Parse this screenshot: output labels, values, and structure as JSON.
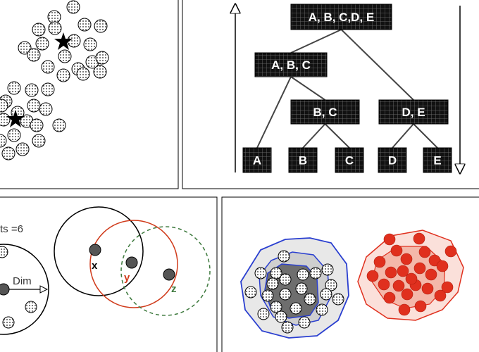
{
  "tree": {
    "nodes": [
      {
        "id": "abcde",
        "label": "A, B, C,D, E"
      },
      {
        "id": "abc",
        "label": "A, B, C"
      },
      {
        "id": "bc",
        "label": "B, C"
      },
      {
        "id": "de",
        "label": "D, E"
      },
      {
        "id": "a",
        "label": "A"
      },
      {
        "id": "b",
        "label": "B"
      },
      {
        "id": "c",
        "label": "C"
      },
      {
        "id": "d",
        "label": "D"
      },
      {
        "id": "e",
        "label": "E"
      }
    ],
    "edges": [
      [
        "abcde",
        "abc"
      ],
      [
        "abcde",
        "de"
      ],
      [
        "abc",
        "a"
      ],
      [
        "abc",
        "bc"
      ],
      [
        "bc",
        "b"
      ],
      [
        "bc",
        "c"
      ],
      [
        "de",
        "d"
      ],
      [
        "de",
        "e"
      ]
    ]
  },
  "density": {
    "min_pts_label": "ts =6",
    "radius_label": "Dim",
    "point_labels": {
      "x": "x",
      "y": "y",
      "z": "z"
    },
    "colors": {
      "x": "#000000",
      "y": "#d03a1a",
      "z": "#3e7a3e"
    }
  },
  "colors": {
    "blue_hull": "#2a3fd0",
    "red_cluster": "#e0301e",
    "dark_core": "#6e6e6e"
  }
}
